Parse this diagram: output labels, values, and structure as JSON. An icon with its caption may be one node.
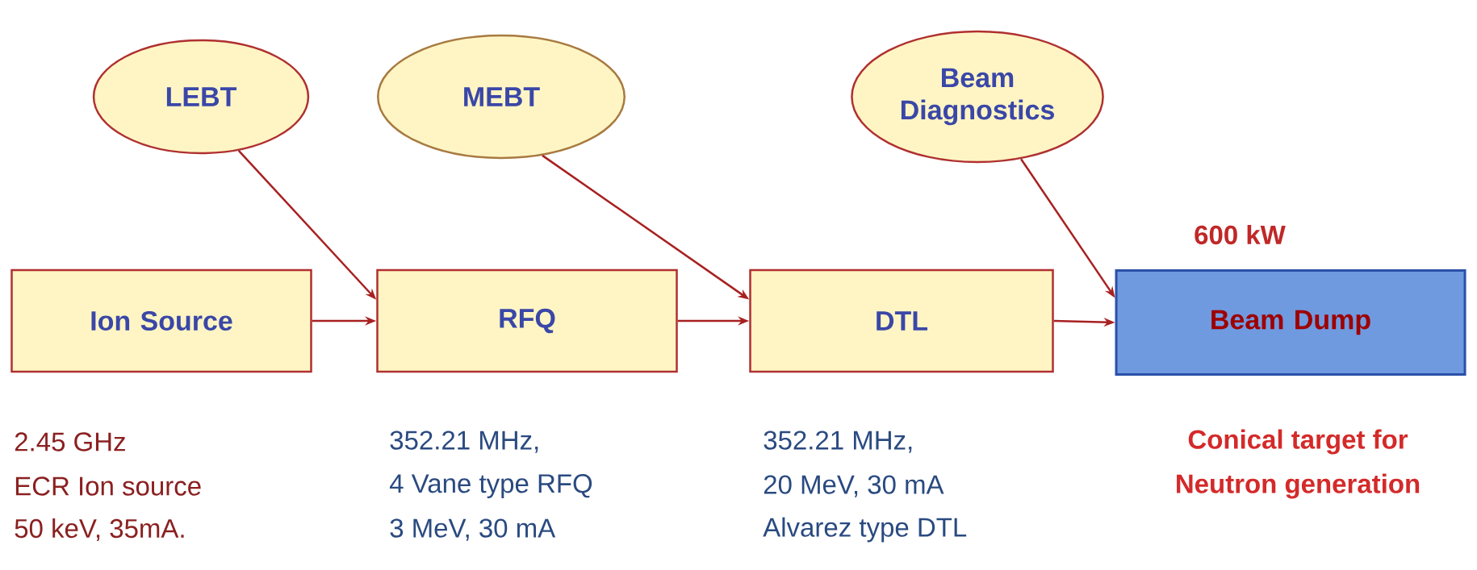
{
  "diagram": {
    "nodes": [
      {
        "text": [
          "LEBT"
        ]
      },
      {
        "text": [
          "MEBT"
        ]
      },
      {
        "text": [
          "Beam Diagnostics"
        ]
      },
      {
        "text": [
          "Ion Source"
        ],
        "beside": [
          "2.45 GHz",
          "ECR Ion source",
          "50 keV, 35mA."
        ]
      },
      {
        "text": [
          "RFQ"
        ],
        "beside": [
          "352.21 MHz,",
          "4 Vane type RFQ",
          "3 MeV, 30 mA"
        ]
      },
      {
        "text": [
          "DTL"
        ],
        "beside": [
          "352.21 MHz,",
          "20 MeV, 30 mA",
          "Alvarez type DTL"
        ]
      },
      {
        "text": [
          "Beam Dump"
        ],
        "beside": [
          "600 kW",
          "Conical target for",
          "Neutron generation"
        ]
      }
    ],
    "edges": [
      {
        "from": 3,
        "to": 4,
        "arrow": "to"
      },
      {
        "from": 4,
        "to": 5,
        "arrow": "to"
      },
      {
        "from": 5,
        "to": 6,
        "arrow": "to"
      },
      {
        "from": 0,
        "to": 4,
        "arrow": "to"
      },
      {
        "from": 1,
        "to": 5,
        "arrow": "to"
      },
      {
        "from": 2,
        "to": 6,
        "arrow": "to"
      }
    ]
  }
}
